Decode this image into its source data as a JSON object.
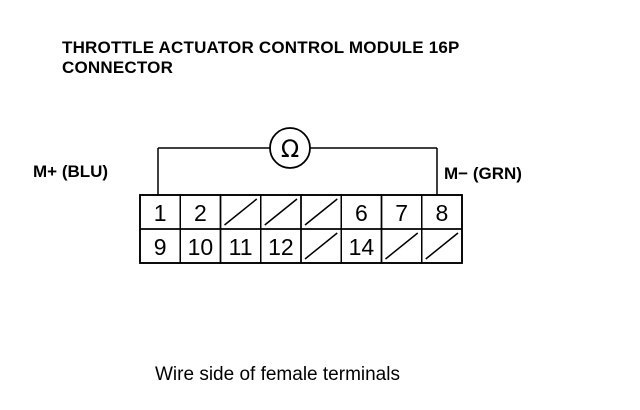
{
  "title_lines": [
    "THROTTLE ACTUATOR CONTROL MODULE 16P",
    "CONNECTOR"
  ],
  "meter_symbol": "Ω",
  "probe_left": {
    "sign": "M+",
    "wire": "(BLU)"
  },
  "probe_right": {
    "sign": "M−",
    "wire": "(GRN)"
  },
  "caption": "Wire side of female terminals",
  "connector": {
    "rows": [
      [
        "1",
        "2",
        null,
        null,
        null,
        "6",
        "7",
        "8"
      ],
      [
        "9",
        "10",
        "11",
        "12",
        null,
        "14",
        null,
        null
      ]
    ],
    "empty_cell_mark": "diagonal-slash"
  }
}
